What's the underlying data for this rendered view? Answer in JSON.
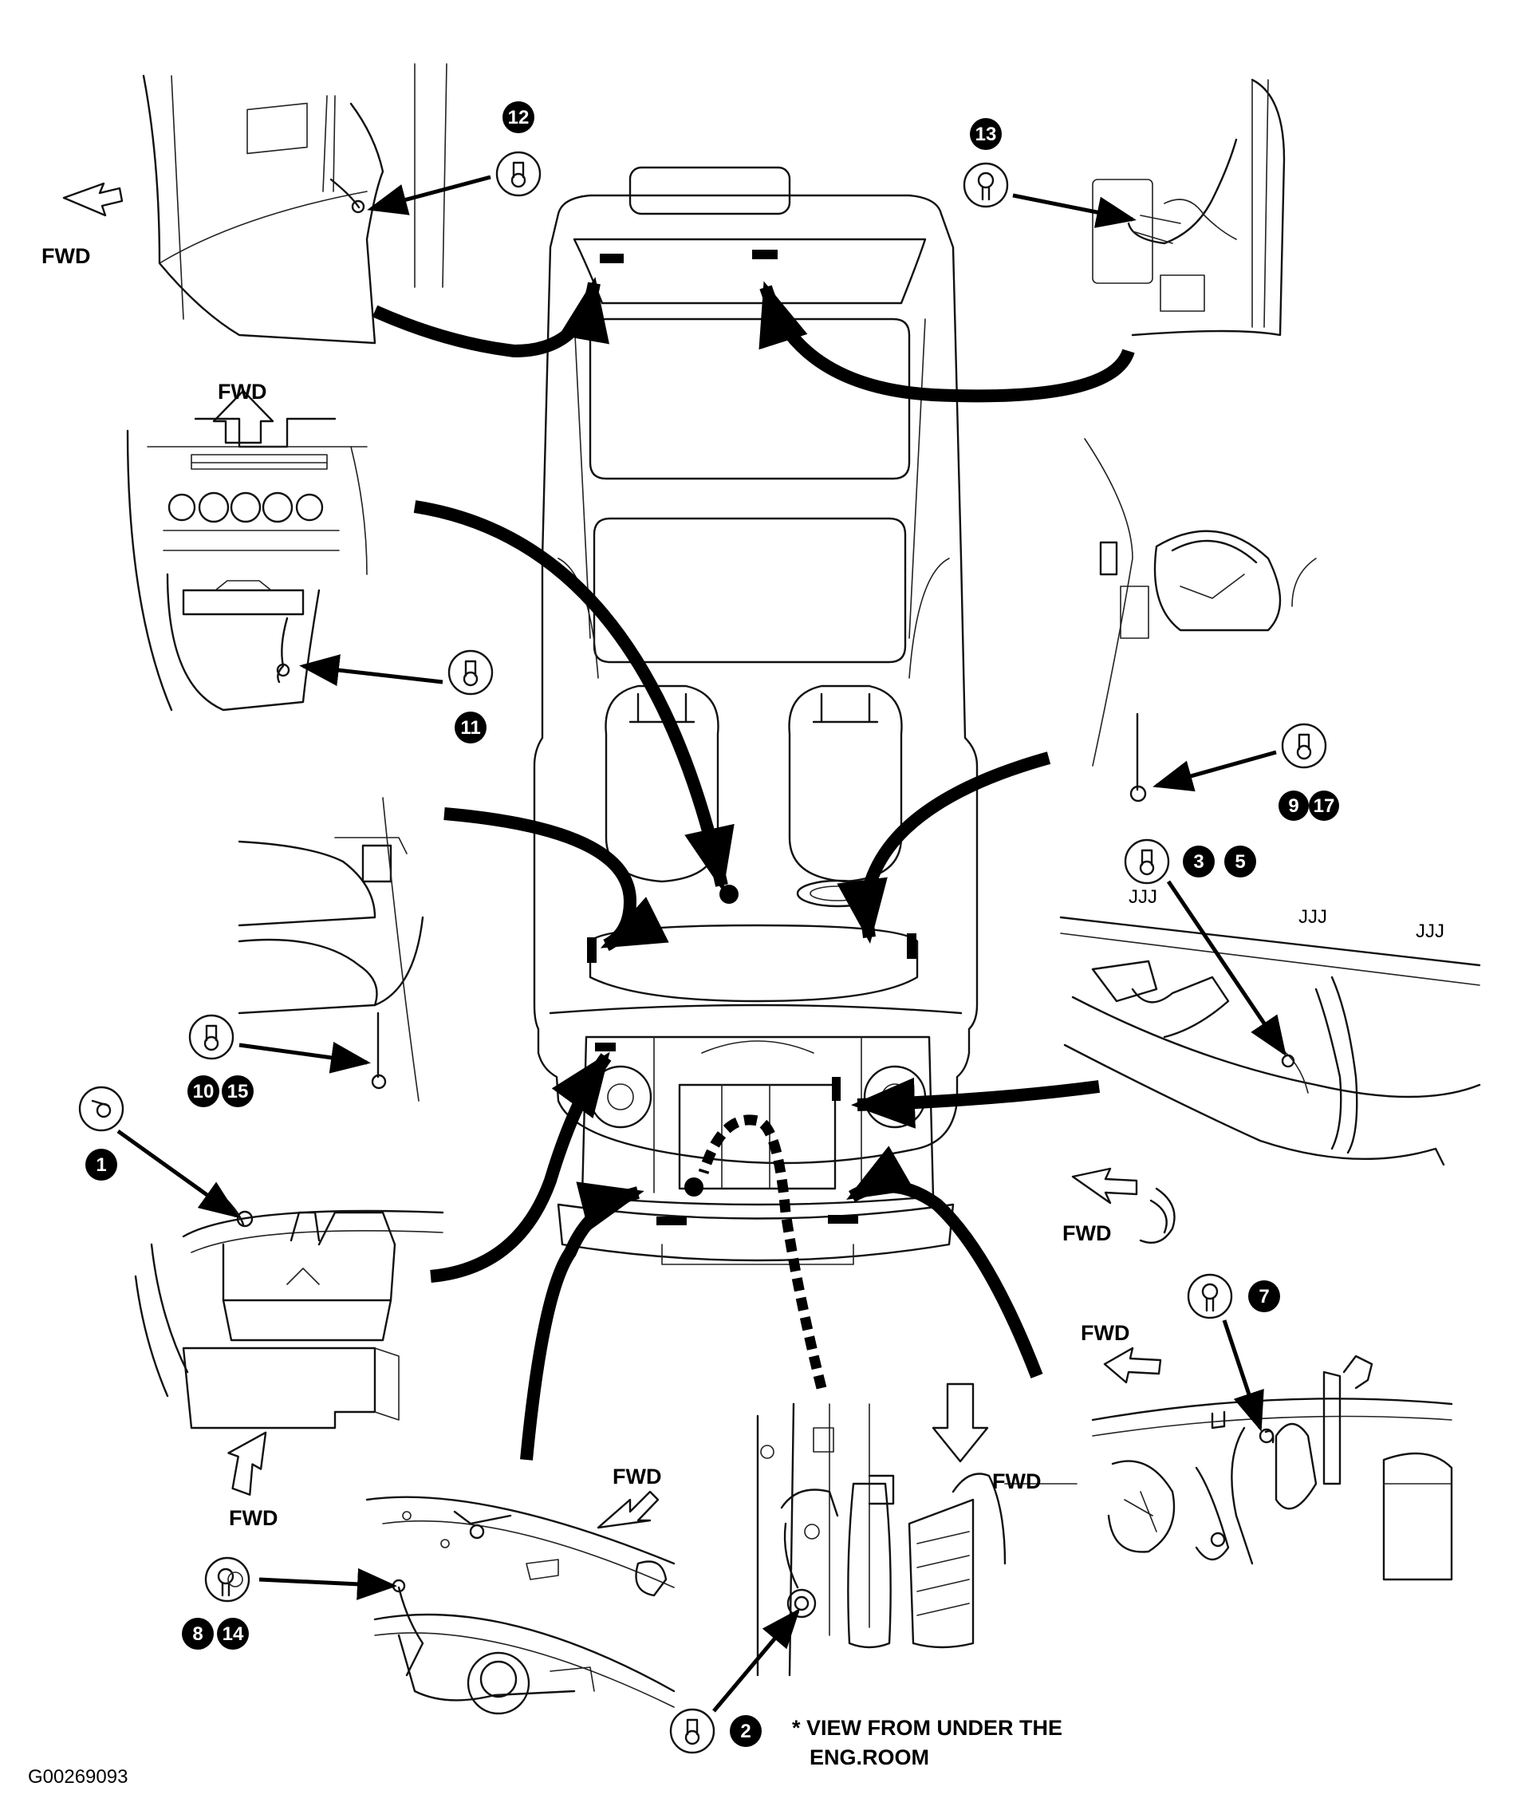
{
  "fwd": "FWD",
  "note": {
    "line1": "* VIEW FROM UNDER THE",
    "line2": "ENG.ROOM"
  },
  "figure_code": "G00269093",
  "callouts": {
    "c1": "1",
    "c2": "2",
    "c3": "3",
    "c5": "5",
    "c7": "7",
    "c8": "8",
    "c9": "9",
    "c10": "10",
    "c11": "11",
    "c12": "12",
    "c13": "13",
    "c14": "14",
    "c15": "15",
    "c17": "17"
  }
}
